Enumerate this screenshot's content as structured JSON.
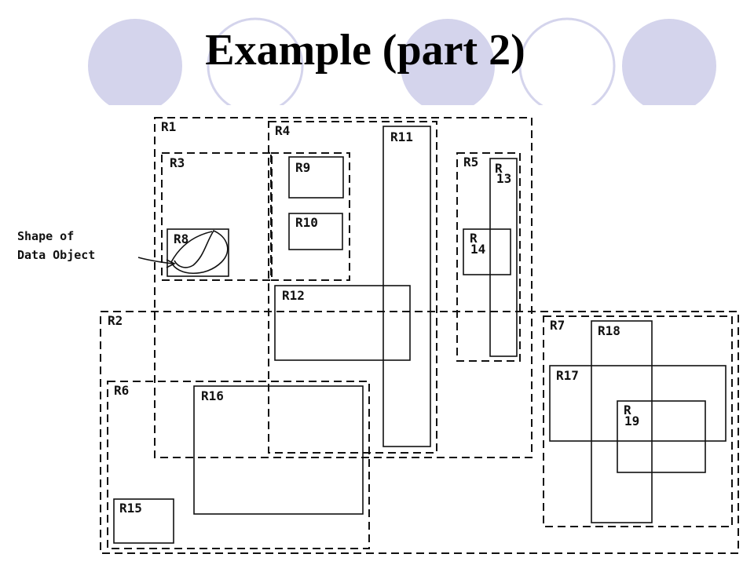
{
  "slide": {
    "title": "Example (part 2)",
    "colors": {
      "circle_fill": "#d4d4ec",
      "circle_stroke": "#d4d4ec",
      "ink": "#111111",
      "background": "#ffffff"
    }
  },
  "diagram": {
    "annotation_line1": "Shape of",
    "annotation_line2": "Data Object",
    "dashed_regions": {
      "r1": "R1",
      "r2": "R2",
      "r3": "R3",
      "r4": "R4",
      "r5": "R5",
      "r6": "R6",
      "r7": "R7"
    },
    "solid_rectangles": {
      "r8": "R8",
      "r9": "R9",
      "r10": "R10",
      "r11": "R11",
      "r12": "R12",
      "r13_line1": "R",
      "r13_line2": "13",
      "r14_line1": "R",
      "r14_line2": "14",
      "r15": "R15",
      "r16": "R16",
      "r17": "R17",
      "r18": "R18",
      "r19_line1": "R",
      "r19_line2": "19"
    }
  }
}
